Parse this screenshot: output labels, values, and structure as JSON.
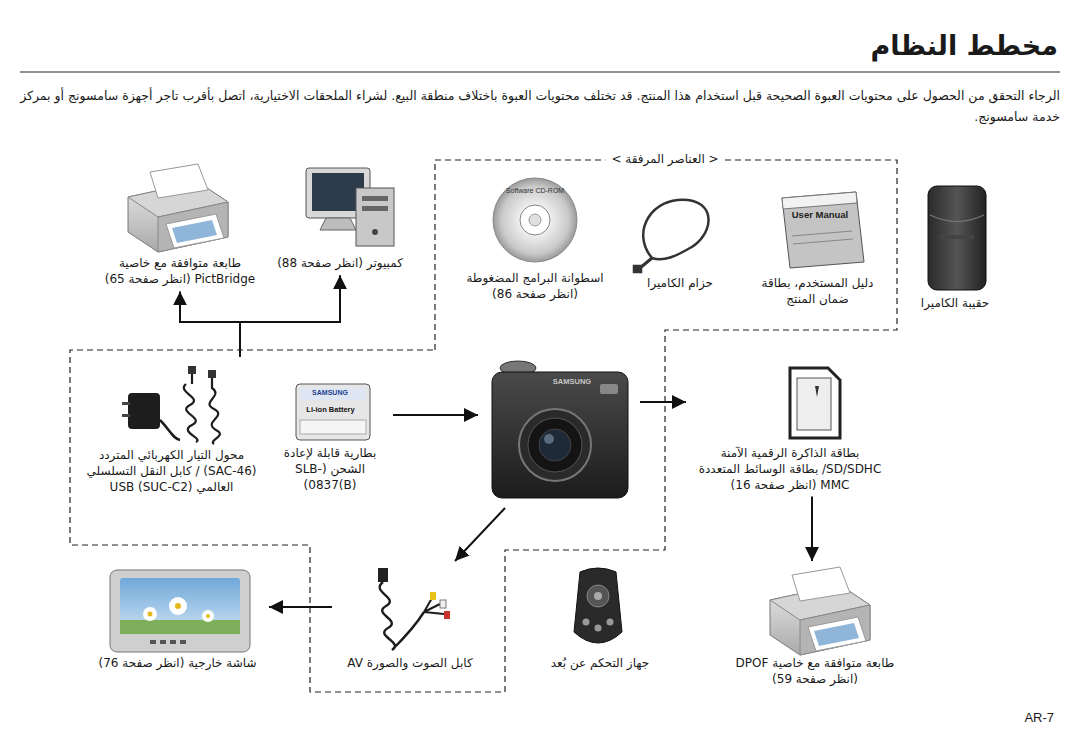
{
  "diagram": {
    "title": "مخطط النظام",
    "nodes": [
      {
        "text": [
          "حقيبة الكاميرا"
        ]
      },
      {
        "text": [
          "User Manual",
          "دليل المستخدم، بطاقة ضمان المنتج"
        ]
      },
      {
        "text": [
          "حزام الكاميرا"
        ]
      },
      {
        "text": [
          "Software CD-ROM",
          "اسطوانة البرامج المضغوطة (انظر صفحة 86)"
        ]
      },
      {
        "text": [
          "كمبيوتر (انظر صفحة 88)"
        ]
      },
      {
        "text": [
          "طابعة متوافقة مع خاصية PictBridge (انظر صفحة 65)"
        ]
      },
      {
        "text": [
          "بطاقة الذاكرة الرقمية الآمنة SD/SDHC/ بطاقة الوسائط المتعددة MMC (انظر صفحة 16)"
        ]
      },
      {
        "text": [
          "SAMSUNG"
        ]
      },
      {
        "text": [
          "SAMSUNG",
          "Li-ion Battery",
          "بطارية قابلة لإعادة الشحن (SLB-0837(B))"
        ]
      },
      {
        "text": [
          "محول التيار الكهربائي المتردد (SAC-46) / كابل النقل التسلسلي العالمي USB (SUC-C2)"
        ]
      },
      {
        "text": [
          "طابعة متوافقة مع خاصية DPOF (انظر صفحة 59)"
        ]
      },
      {
        "text": [
          "جهاز التحكم عن بُعد"
        ]
      },
      {
        "text": [
          "كابل الصوت والصورة AV"
        ]
      },
      {
        "text": [
          "شاشة خارجية (انظر صفحة 76)"
        ]
      }
    ],
    "edges": [
      {
        "from": 8,
        "to": 7,
        "arrow": "to"
      },
      {
        "from": 7,
        "to": 6,
        "arrow": "to"
      },
      {
        "from": 6,
        "to": 10,
        "arrow": "to"
      },
      {
        "from": 7,
        "to": 12,
        "arrow": "to"
      },
      {
        "from": 12,
        "to": 13,
        "arrow": "to"
      },
      {
        "from": 9,
        "to": 4,
        "arrow": "to"
      },
      {
        "from": 9,
        "to": 5,
        "arrow": "to"
      }
    ],
    "labels": [
      "الرجاء التحقق من الحصول على محتويات العبوة الصحيحة قبل استخدام هذا المنتج. قد تختلف محتويات العبوة باختلاف منطقة البيع. لشراء الملحقات الاختيارية، اتصل بأقرب تاجر أجهزة سامسونج أو بمركز خدمة سامسونج.",
      "< العناصر المرفقة >",
      "AR-7"
    ]
  }
}
